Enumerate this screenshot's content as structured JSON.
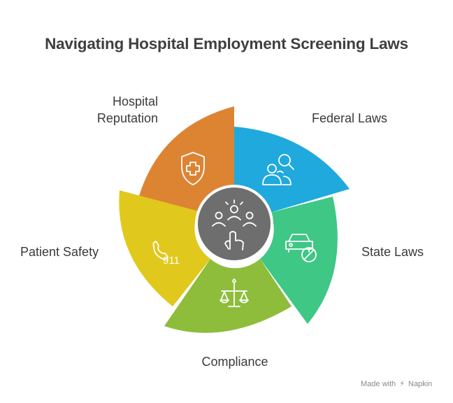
{
  "title": "Navigating Hospital Employment Screening Laws",
  "segments": [
    {
      "id": "hospital-reputation",
      "label_lines": [
        "Hospital",
        "Reputation"
      ],
      "color": "#dd8433",
      "icon": "shield-cross-icon"
    },
    {
      "id": "federal-laws",
      "label": "Federal Laws",
      "color": "#1fa9dc",
      "icon": "users-search-icon"
    },
    {
      "id": "state-laws",
      "label": "State Laws",
      "color": "#3ec785",
      "icon": "car-prohibited-icon"
    },
    {
      "id": "compliance",
      "label": "Compliance",
      "color": "#8dbd3b",
      "icon": "scales-icon"
    },
    {
      "id": "patient-safety",
      "label": "Patient Safety",
      "color": "#e1c81c",
      "icon": "phone-911-icon",
      "icon_text": "911"
    }
  ],
  "center": {
    "color": "#6e6e6e",
    "icon": "group-hand-icon"
  },
  "footer": {
    "made_with": "Made with",
    "brand": "Napkin"
  }
}
